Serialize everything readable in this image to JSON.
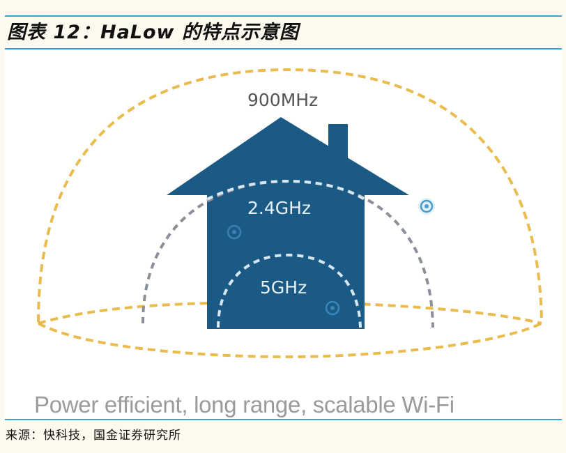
{
  "header": {
    "title": "图表 12：HaLow 的特点示意图"
  },
  "diagram": {
    "bands": [
      {
        "label": "900MHz",
        "range": "outermost",
        "line_color": "#e8b53a"
      },
      {
        "label": "2.4GHz",
        "range": "middle",
        "line_color": "#8a8f99"
      },
      {
        "label": "5GHz",
        "range": "innermost",
        "line_color": "#d7e7f2"
      }
    ],
    "house_color": "#1c5a86",
    "device_icon": "wifi-device-icon",
    "caption": "Power efficient, long range, scalable Wi-Fi"
  },
  "footer": {
    "source": "来源：快科技，国金证券研究所"
  },
  "colors": {
    "rule": "#2ea3dc",
    "page_bg": "#fdf9ef",
    "house": "#1c5a86",
    "band_900": "#e8b53a",
    "band_24": "#8a8f99"
  }
}
